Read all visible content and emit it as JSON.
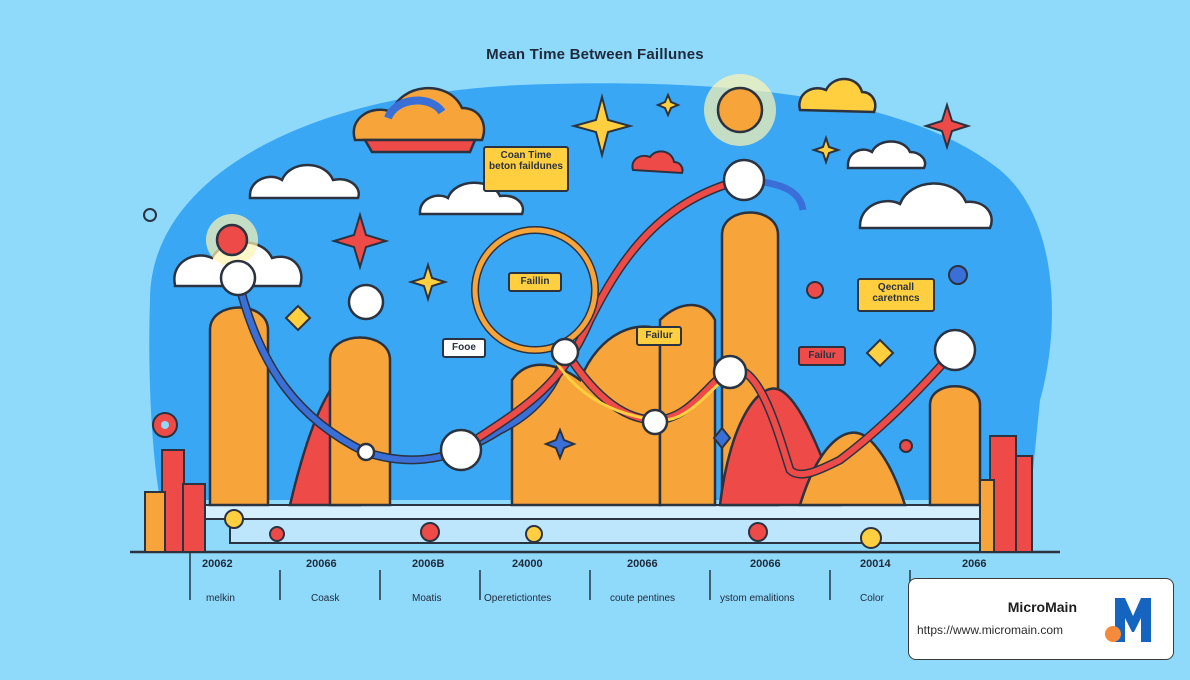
{
  "title": "Mean Time Between Faillunes",
  "tags": {
    "cloud_box": "Coan Time beton faildunes",
    "faillin": "Faillin",
    "failur_mid": "Failur",
    "failur_right": "Failur",
    "fooe": "Fooe",
    "overall": "Qecnall caretnncs"
  },
  "years": [
    "20062",
    "20066",
    "2006B",
    "24000",
    "20066",
    "20066",
    "20014",
    "2066"
  ],
  "categories": [
    "melkin",
    "Coask",
    "Moatis",
    "Operetictiontes",
    "coute pentines",
    "ystom emalitions",
    "Color"
  ],
  "brand": {
    "name": "MicroMain",
    "url": "https://www.micromain.com"
  },
  "colors": {
    "sky": "#8fd9fb",
    "blob": "#3aa7f4",
    "orange": "#f7a53a",
    "red": "#ee4a48",
    "yellow": "#ffcf3f",
    "blue_line": "#3b6fd8",
    "outline": "#2b3240",
    "logo_blue": "#1565c0",
    "logo_orange": "#f58a3a"
  }
}
